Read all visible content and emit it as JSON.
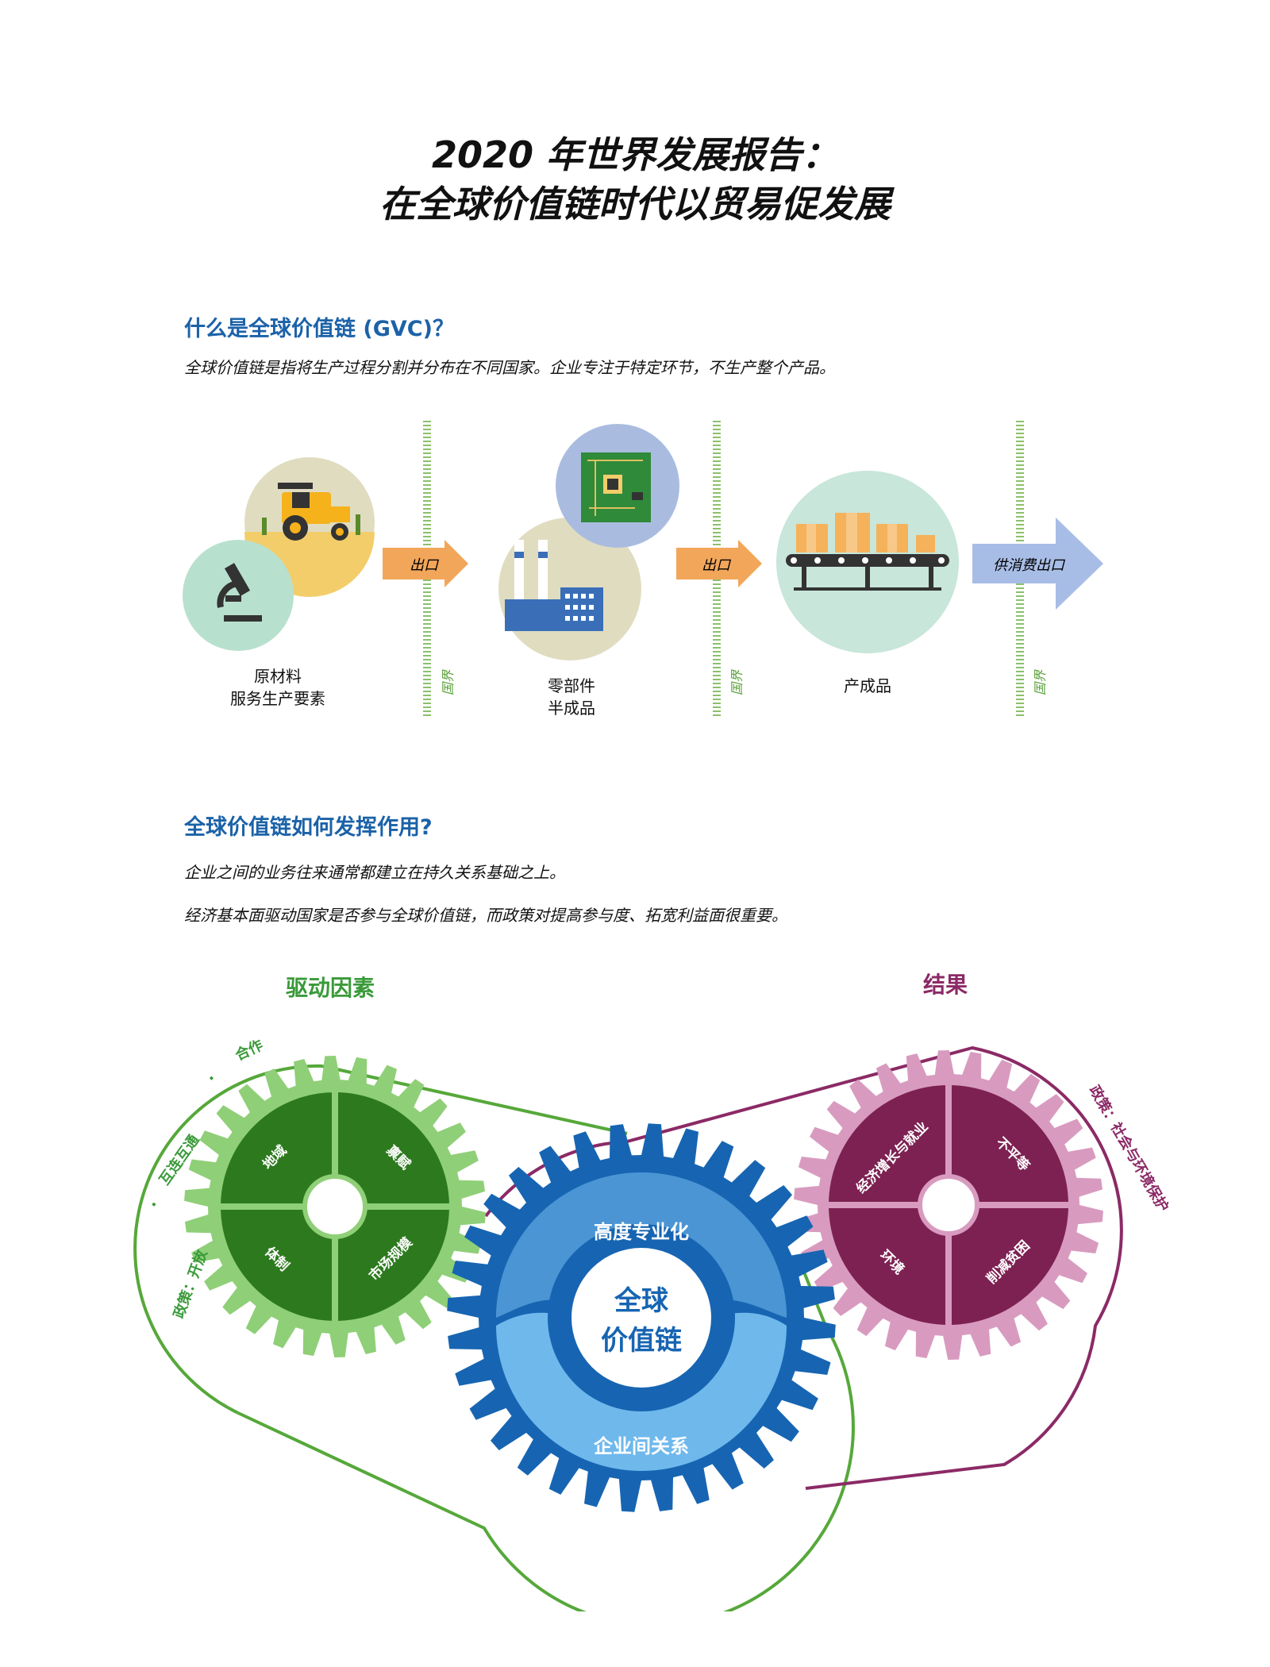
{
  "header": {
    "title_line1": "2020 年世界发展报告：",
    "title_line2": "在全球价值链时代以贸易促发展"
  },
  "section1": {
    "heading": "什么是全球价值链 (GVC)？",
    "description": "全球价值链是指将生产过程分割并分布在不同国家。企业专注于特定环节，不生产整个产品。",
    "stage1_line1": "原材料",
    "stage1_line2": "服务生产要素",
    "stage2_line1": "零部件",
    "stage2_line2": "半成品",
    "stage3": "产成品",
    "export_label": "出口",
    "consumption_export_label": "供消费出口",
    "border_label": "国界"
  },
  "section2": {
    "heading": "全球价值链如何发挥作用?",
    "desc1": "企业之间的业务往来通常都建立在持久关系基础之上。",
    "desc2": "经济基本面驱动国家是否参与全球价值链，而政策对提高参与度、拓宽利益面很重要。"
  },
  "gears": {
    "drivers_title": "驱动因素",
    "results_title": "结果",
    "driver_segments": [
      "地域",
      "禀赋",
      "体制",
      "市场规模"
    ],
    "driver_policy": [
      "政策：开放",
      "·",
      "互连互通",
      "·",
      "合作"
    ],
    "center_top": "高度专业化",
    "center_line1": "全球",
    "center_line2": "价值链",
    "center_bottom": "企业间关系",
    "result_segments": [
      "经济增长与就业",
      "不平等",
      "环境",
      "削减贫困"
    ],
    "result_policy": "政策：社会与环境保护"
  },
  "colors": {
    "heading_blue": "#1b62a8",
    "driver_green": "#3a9a3a",
    "driver_dark": "#2d7a1e",
    "result_purple": "#8b2a66",
    "result_pink": "#d89bbf",
    "gvc_blue": "#1765b2",
    "export_arrow": "#f2a65a",
    "final_arrow": "#a8bde6",
    "border_green": "#8cc06a"
  }
}
